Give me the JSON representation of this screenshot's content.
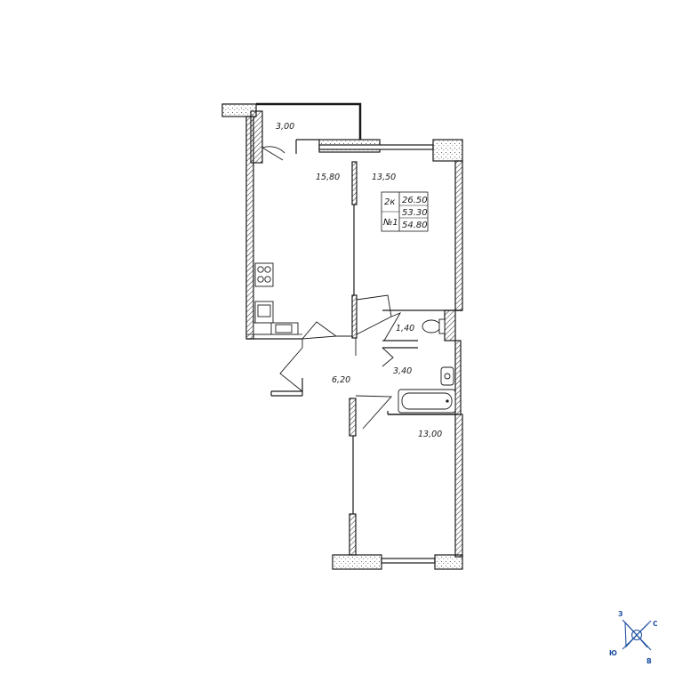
{
  "plan": {
    "rooms": [
      {
        "id": "balcony",
        "area": "3,00"
      },
      {
        "id": "kitchen",
        "area": "15,80"
      },
      {
        "id": "bedroom-north",
        "area": "13,50"
      },
      {
        "id": "toilet",
        "area": "1,40"
      },
      {
        "id": "hall",
        "area": "6,20"
      },
      {
        "id": "bathroom",
        "area": "3,40"
      },
      {
        "id": "bedroom-south",
        "area": "13,00"
      }
    ],
    "summary": {
      "rooms_code": "2к",
      "living_area": "26.50",
      "total_area": "53.30",
      "number_label": "№1",
      "total_with_balcony": "54.80"
    }
  },
  "compass": {
    "north": "З",
    "east": "С",
    "south": "В",
    "west": "Ю",
    "color": "#1e4fa0"
  }
}
